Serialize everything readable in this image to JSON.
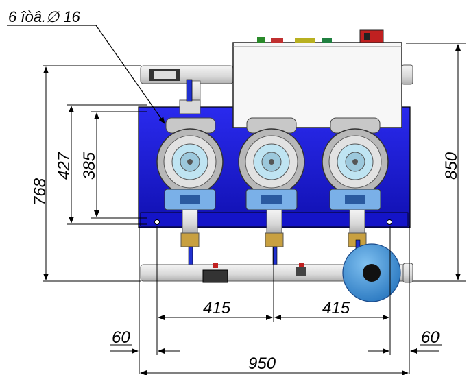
{
  "callout": {
    "label": "6 îòâ.∅ 16"
  },
  "dimensions": {
    "overall_height": "768",
    "height_427": "427",
    "height_385": "385",
    "tank_height": "850",
    "pitch_left": "415",
    "pitch_right": "415",
    "offset_left": "60",
    "offset_right": "60",
    "overall_width": "950"
  },
  "colors": {
    "frame_blue": "#1a1adc",
    "frame_dark": "#0a0a8c",
    "pump_grey": "#cfcfcf",
    "pump_blue_window": "#6aa0e0",
    "tank_blue": "#3b8fd6",
    "pipe_light": "#e4e4e4",
    "valve_red": "#cc2020"
  },
  "icons": [
    "pump-icon",
    "valve-icon",
    "expansion-tank-icon",
    "control-cabinet-icon"
  ]
}
